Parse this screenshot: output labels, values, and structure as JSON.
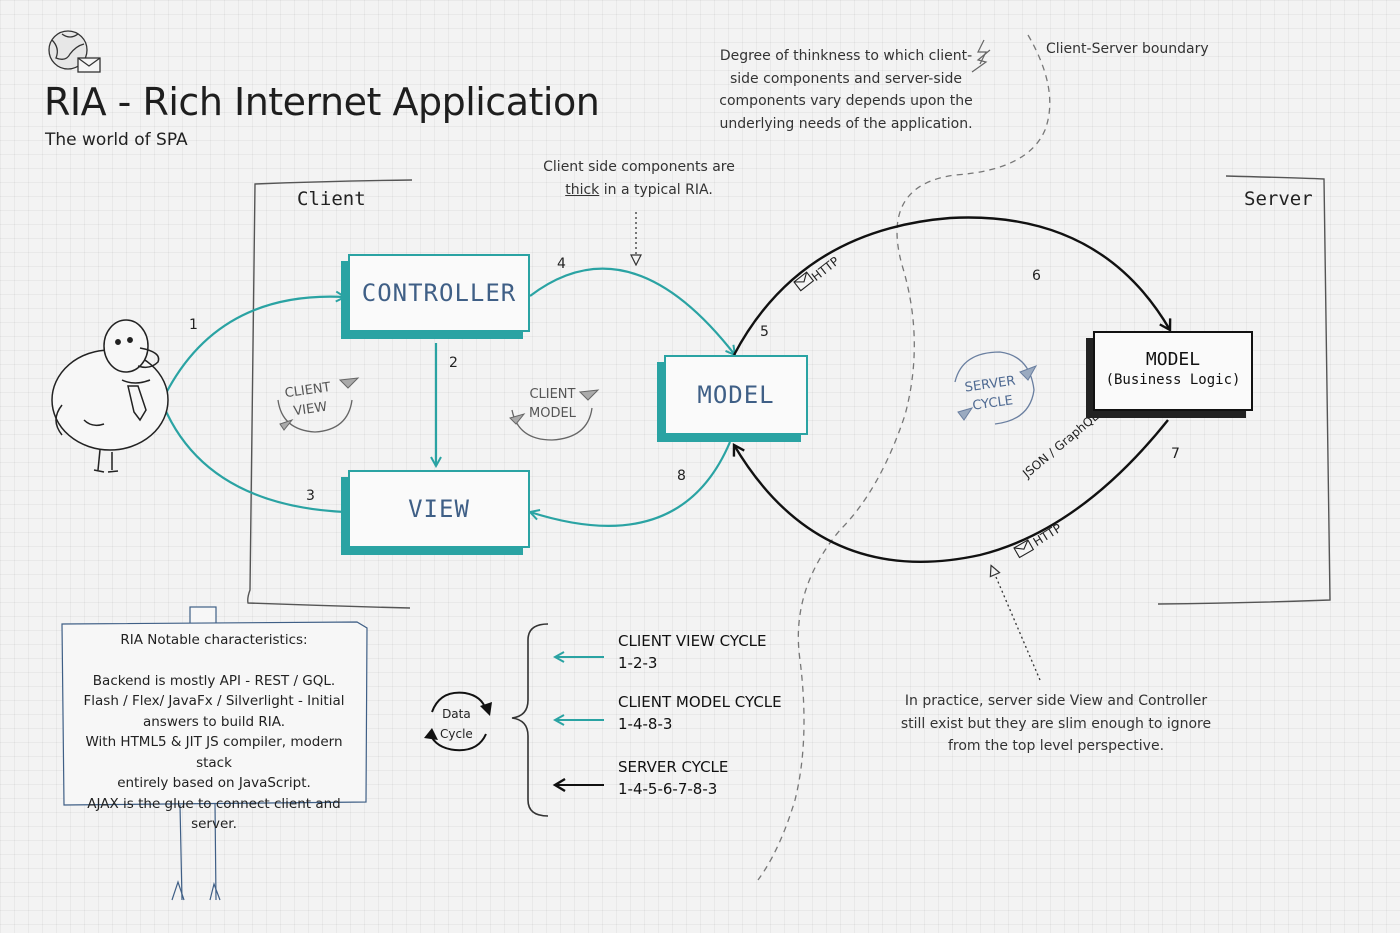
{
  "header": {
    "title": "RIA - Rich Internet Application",
    "subtitle": "The world of SPA"
  },
  "annotations": {
    "thickness_note": [
      "Degree of thinkness to which client-",
      "side components and server-side",
      "components vary depends upon the",
      "underlying needs of the application."
    ],
    "boundary_label": "Client-Server boundary",
    "thick_note_line1": "Client side components are",
    "thick_note_word": "thick",
    "thick_note_rest": " in a typical RIA.",
    "practice_note": [
      "In practice, server side View and Controller",
      "still exist but they are slim enough to ignore",
      "from the top level perspective."
    ]
  },
  "regions": {
    "client": "Client",
    "server": "Server"
  },
  "boxes": {
    "controller": "CONTROLLER",
    "view": "VIEW",
    "model": "MODEL",
    "server_model_line1": "MODEL",
    "server_model_line2": "(Business Logic)"
  },
  "steps": [
    "1",
    "2",
    "3",
    "4",
    "5",
    "6",
    "7",
    "8"
  ],
  "cycles": {
    "client_view": [
      "CLIENT",
      "VIEW"
    ],
    "client_model": [
      "CLIENT",
      "MODEL"
    ],
    "server": [
      "SERVER",
      "CYCLE"
    ]
  },
  "edge_labels": {
    "http_top": "HTTP",
    "http_bottom": "HTTP",
    "json": "JSON / GraphQL"
  },
  "sign": {
    "heading": "RIA Notable characteristics:",
    "lines": [
      "Backend is mostly API - REST / GQL.",
      "Flash / Flex/ JavaFx / Silverlight - Initial",
      "answers to build RIA.",
      "With HTML5 & JIT JS compiler, modern stack",
      "entirely based on JavaScript.",
      "AJAX is the glue to connect client and server."
    ]
  },
  "data_cycle": {
    "line1": "Data",
    "line2": "Cycle"
  },
  "legend": [
    {
      "name": "CLIENT VIEW CYCLE",
      "seq": "1-2-3",
      "color": "#2aa3a3"
    },
    {
      "name": "CLIENT MODEL CYCLE",
      "seq": "1-4-8-3",
      "color": "#2aa3a3"
    },
    {
      "name": "SERVER CYCLE",
      "seq": "1-4-5-6-7-8-3",
      "color": "#111111"
    }
  ],
  "colors": {
    "teal": "#2aa3a3",
    "ink": "#111111",
    "boxText": "#3f5f86"
  },
  "icons": [
    "globe-mail-icon",
    "person-icon",
    "lightning-icon",
    "envelope-icon",
    "cycle-arrow-icon"
  ]
}
